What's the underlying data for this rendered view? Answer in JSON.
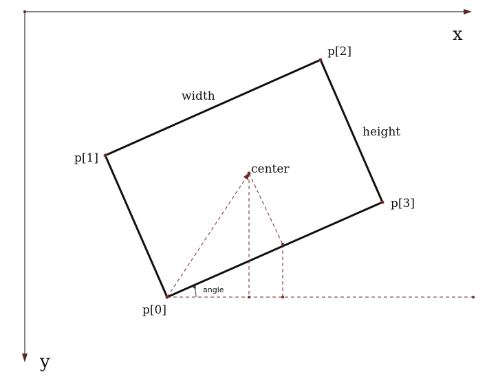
{
  "axes": {
    "x_label": "x",
    "y_label": "y"
  },
  "points": {
    "p0": "p[0]",
    "p1": "p[1]",
    "p2": "p[2]",
    "p3": "p[3]"
  },
  "labels": {
    "width": "width",
    "height": "height",
    "center": "center",
    "angle": "angle"
  },
  "colors": {
    "stroke": "#111111",
    "dash": "#6a2a2a",
    "dot": "#7a2a2a"
  }
}
